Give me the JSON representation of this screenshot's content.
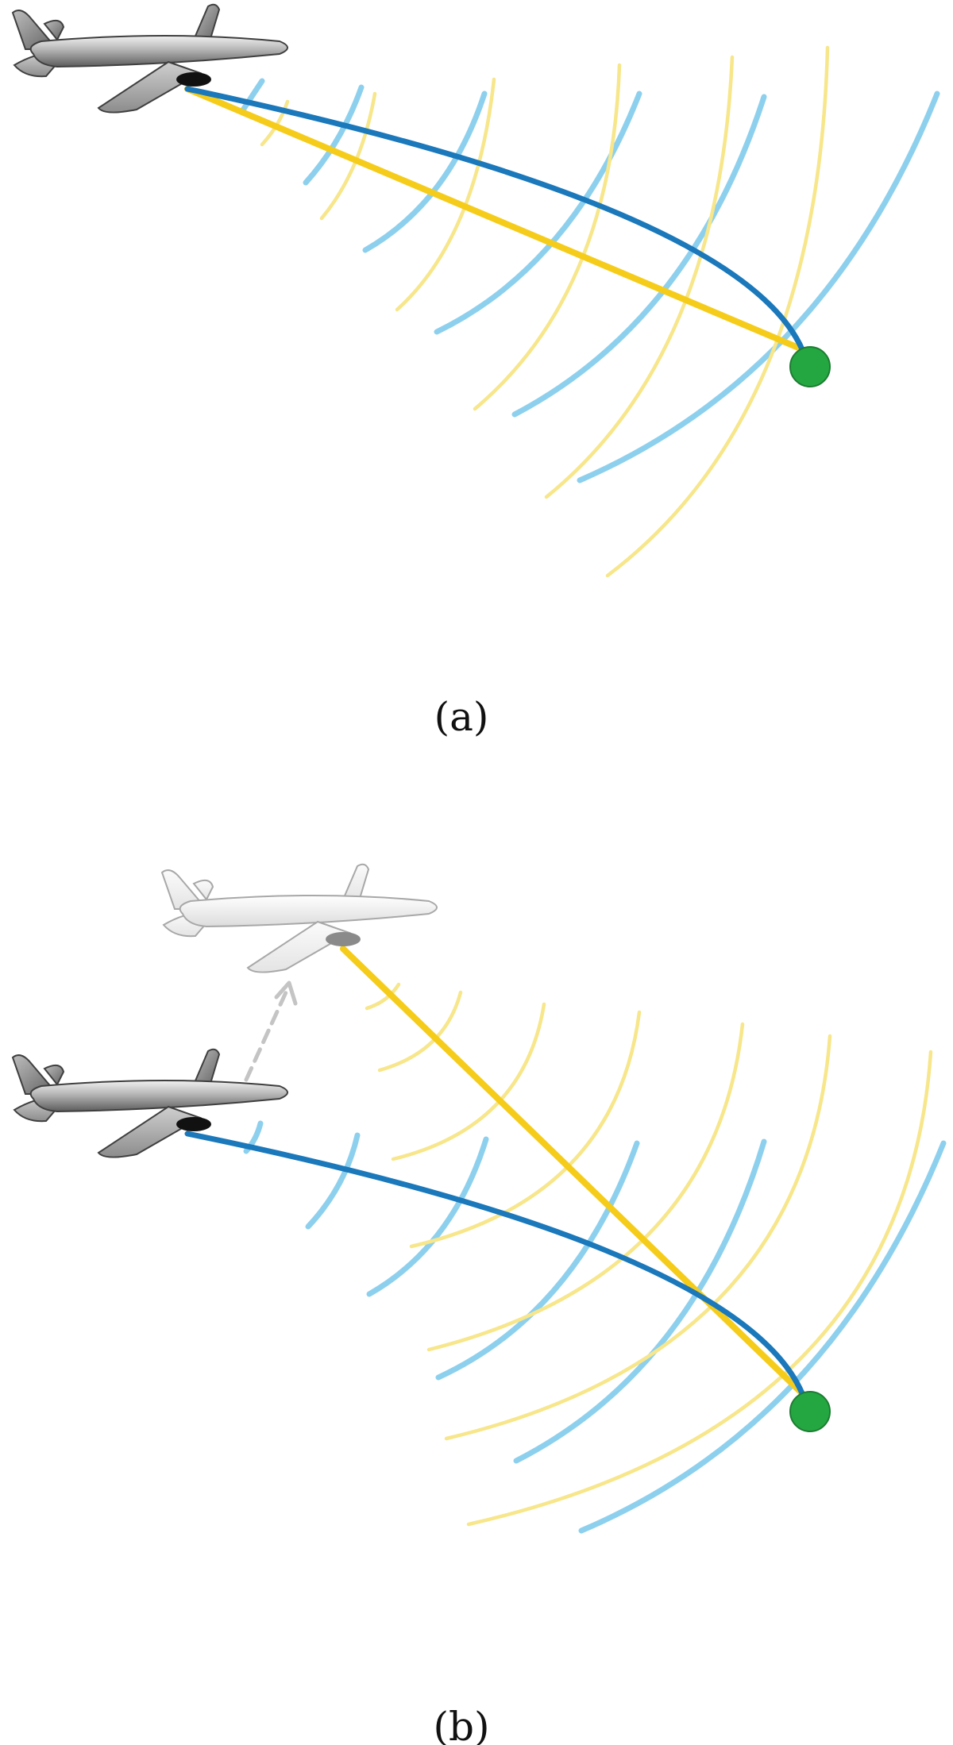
{
  "colors": {
    "background": "#ffffff",
    "wave_blue": "#8dd0ee",
    "wave_yellow": "#f7e68a",
    "path_blue": "#1a78bb",
    "path_yellow": "#f6cc1a",
    "receiver_green": "#24a741",
    "aircraft_dark": "#8a8a8a",
    "aircraft_ghost": "#e6e6e6",
    "arrow_grey": "#c4c4c4"
  },
  "icons": {
    "aircraft": "aircraft-icon",
    "ghost_aircraft": "aircraft-ghost-icon",
    "receiver": "receiver-dot-icon",
    "move_arrow": "dashed-arrow-icon"
  },
  "panels": [
    {
      "id": "a",
      "caption": "(a)",
      "ghost_aircraft": false
    },
    {
      "id": "b",
      "caption": "(b)",
      "ghost_aircraft": true
    }
  ]
}
